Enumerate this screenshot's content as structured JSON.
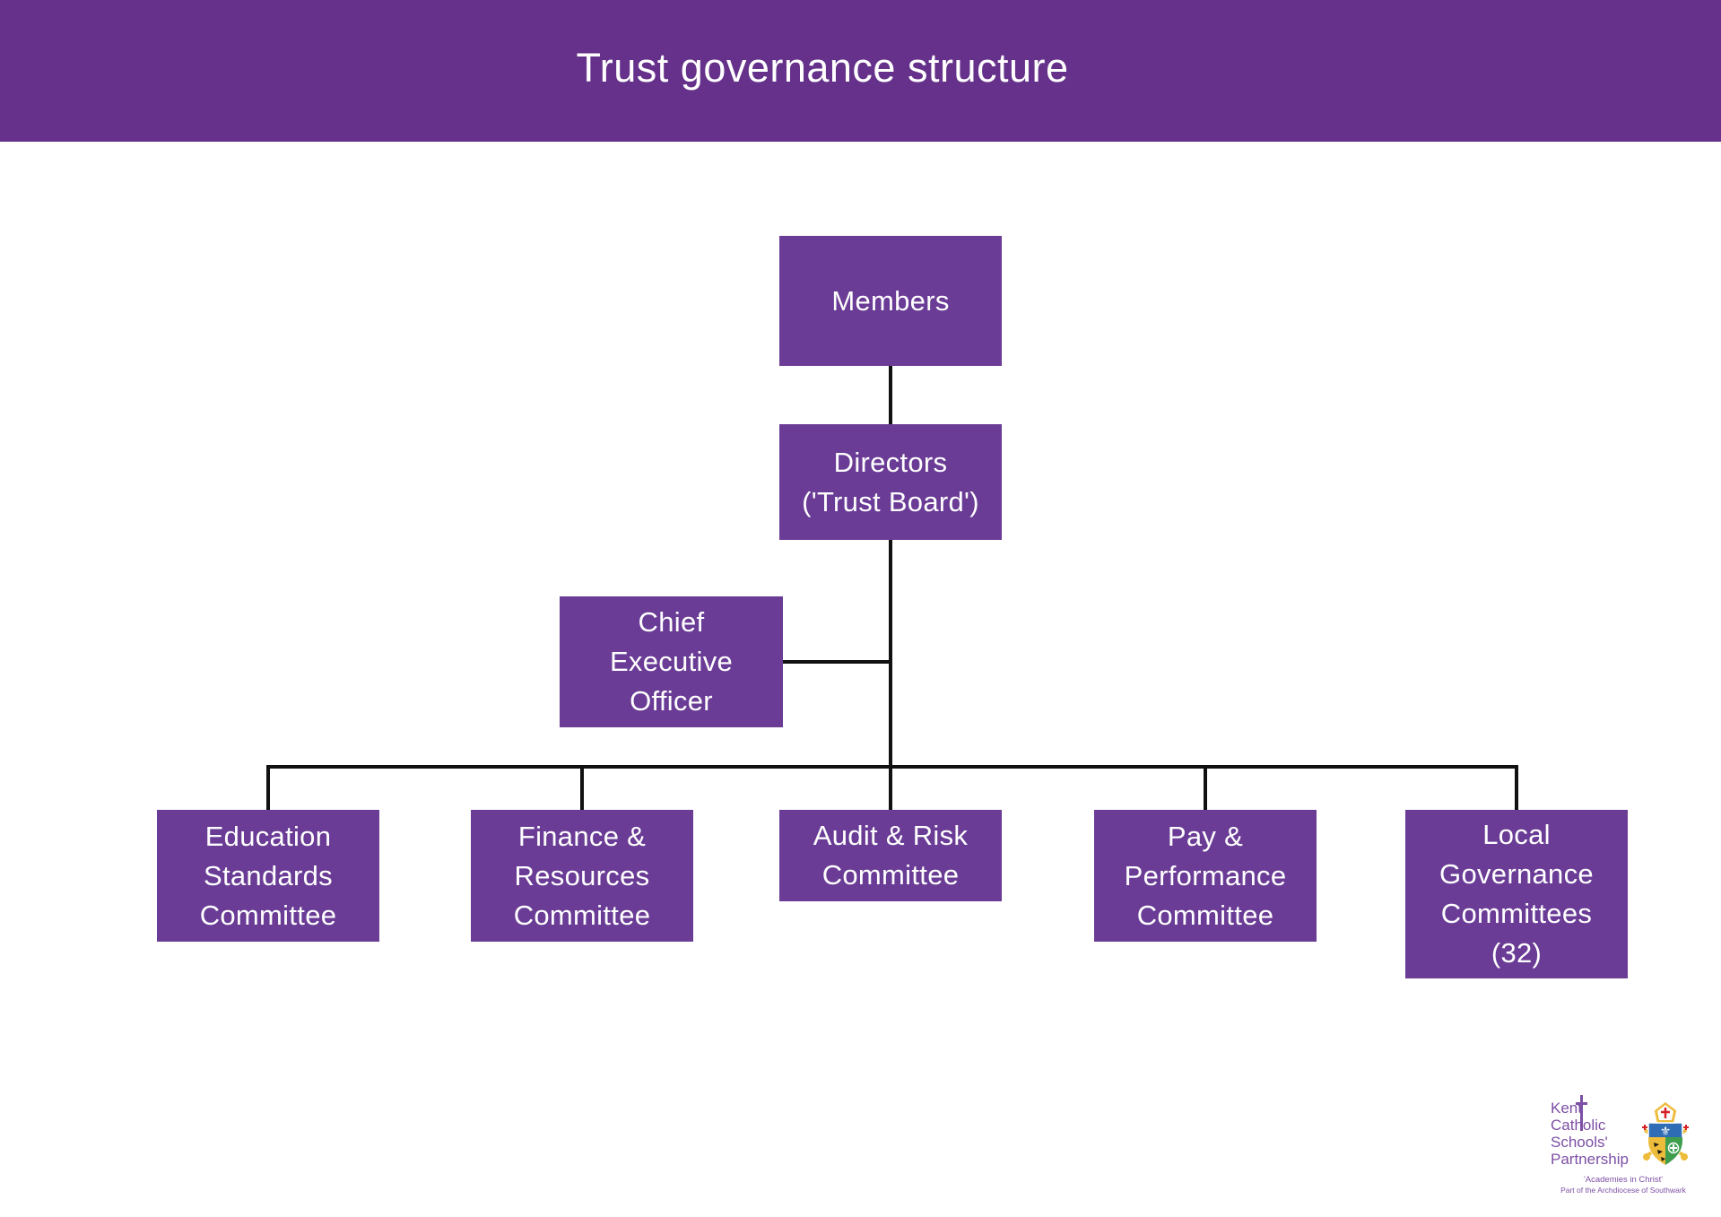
{
  "header": {
    "title": "Trust governance structure"
  },
  "chart": {
    "type": "org-chart",
    "nodes": [
      {
        "id": "members",
        "lines": "Members"
      },
      {
        "id": "directors",
        "lines": "Directors\n('Trust Board')"
      },
      {
        "id": "ceo",
        "lines": "Chief\nExecutive\nOfficer"
      },
      {
        "id": "education",
        "lines": "Education\nStandards\nCommittee"
      },
      {
        "id": "finance",
        "lines": "Finance &\nResources\nCommittee"
      },
      {
        "id": "audit",
        "lines": "Audit & Risk\nCommittee"
      },
      {
        "id": "pay",
        "lines": "Pay &\nPerformance\nCommittee"
      },
      {
        "id": "local",
        "lines": "Local\nGovernance\nCommittees\n(32)"
      }
    ],
    "edges": [
      {
        "from": "members",
        "to": "directors"
      },
      {
        "from": "directors",
        "to": "ceo"
      },
      {
        "from": "directors",
        "to": "education"
      },
      {
        "from": "directors",
        "to": "finance"
      },
      {
        "from": "directors",
        "to": "audit"
      },
      {
        "from": "directors",
        "to": "pay"
      },
      {
        "from": "directors",
        "to": "local"
      }
    ]
  },
  "logo": {
    "name_lines": "Kent\nCatholic\nSchools'\nPartnership",
    "tagline1": "'Academies in Christ'",
    "tagline2": "Part of the Archdiocese of Southwark"
  },
  "colors": {
    "header_bar": "#65318a",
    "node_fill": "#6a3c96",
    "node_text": "#ffffff",
    "connector": "#111111",
    "logo_text": "#7d4fa5",
    "crest_blue": "#2e6cb5",
    "crest_gold": "#eebc3b",
    "crest_green": "#3e9e4e",
    "crest_red": "#d62027"
  }
}
